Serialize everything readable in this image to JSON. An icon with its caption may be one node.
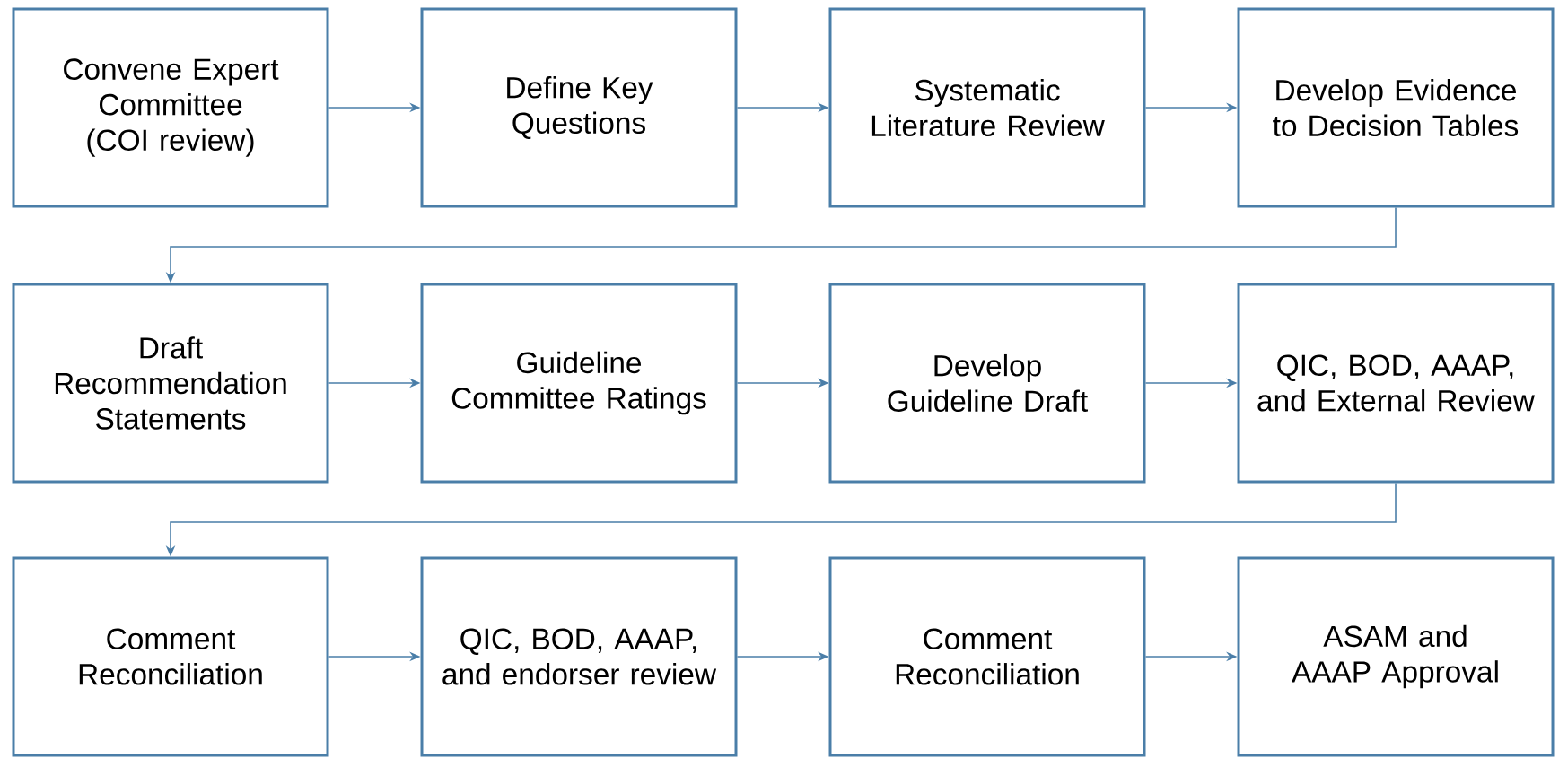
{
  "diagram": {
    "nodes": [
      {
        "text": [
          "Convene Expert Committee (COI review)"
        ]
      },
      {
        "text": [
          "Define Key Questions"
        ]
      },
      {
        "text": [
          "Systematic Literature Review"
        ]
      },
      {
        "text": [
          "Develop Evidence to Decision Tables"
        ]
      },
      {
        "text": [
          "Draft Recommendation Statements"
        ]
      },
      {
        "text": [
          "Guideline Committee Ratings"
        ]
      },
      {
        "text": [
          "Develop Guideline Draft"
        ]
      },
      {
        "text": [
          "QIC, BOD, AAAP, and External Review"
        ]
      },
      {
        "text": [
          "Comment Reconciliation"
        ]
      },
      {
        "text": [
          "QIC, BOD, AAAP, and endorser review"
        ]
      },
      {
        "text": [
          "Comment Reconciliation"
        ]
      },
      {
        "text": [
          "ASAM and AAAP Approval"
        ]
      }
    ],
    "edges": [
      {
        "from": 0,
        "to": 1,
        "arrow": "to"
      },
      {
        "from": 1,
        "to": 2,
        "arrow": "to"
      },
      {
        "from": 2,
        "to": 3,
        "arrow": "to"
      },
      {
        "from": 3,
        "to": 4,
        "arrow": "to"
      },
      {
        "from": 4,
        "to": 5,
        "arrow": "to"
      },
      {
        "from": 5,
        "to": 6,
        "arrow": "to"
      },
      {
        "from": 6,
        "to": 7,
        "arrow": "to"
      },
      {
        "from": 7,
        "to": 8,
        "arrow": "to"
      },
      {
        "from": 8,
        "to": 9,
        "arrow": "to"
      },
      {
        "from": 9,
        "to": 10,
        "arrow": "to"
      },
      {
        "from": 10,
        "to": 11,
        "arrow": "to"
      }
    ]
  }
}
